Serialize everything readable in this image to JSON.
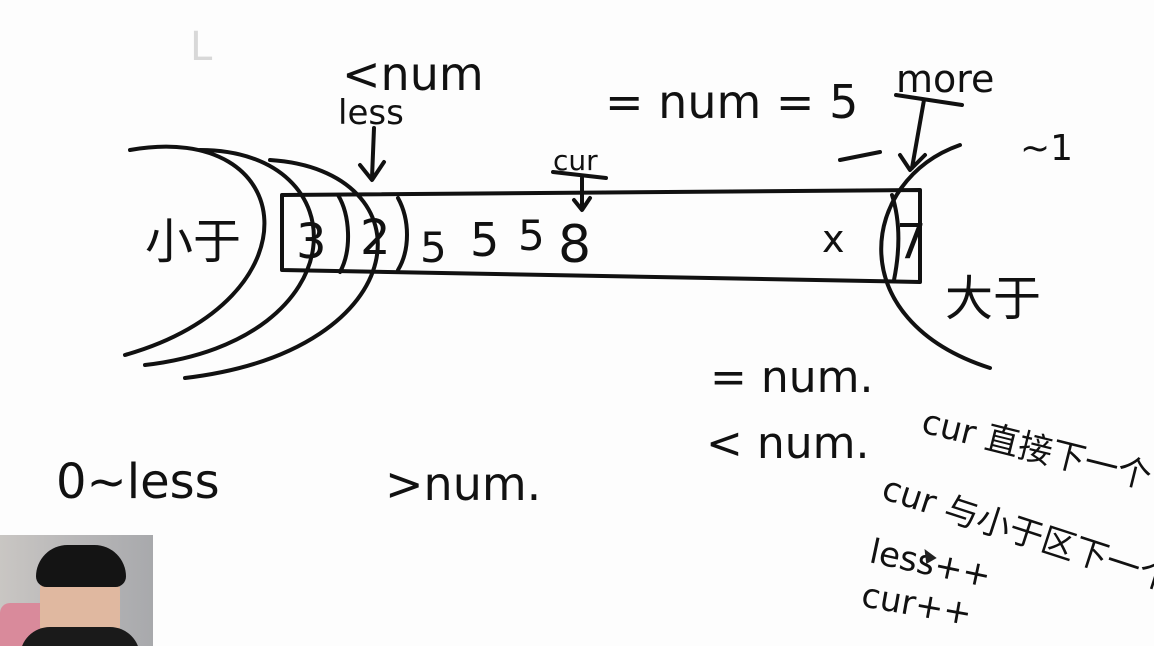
{
  "board": {
    "top_left": "<num",
    "less_label": "less",
    "cur_label": "cur",
    "equal_num": "= num = 5",
    "more_label": "more",
    "more_suffix": "~1",
    "left_region": "小于",
    "right_region": "大于",
    "cells": [
      "3",
      "2",
      "5",
      "5",
      "5",
      "8",
      "x",
      "7"
    ],
    "bottom_left": "0~less",
    "bottom_mid": ">num.",
    "rule_eq": "= num.",
    "rule_lt": "< num.",
    "rule_eq_action": "cur 直接下一个",
    "rule_lt_action": "cur 与小于区下一个",
    "rule_lt_step1": "less++",
    "rule_lt_step2": "cur++"
  }
}
